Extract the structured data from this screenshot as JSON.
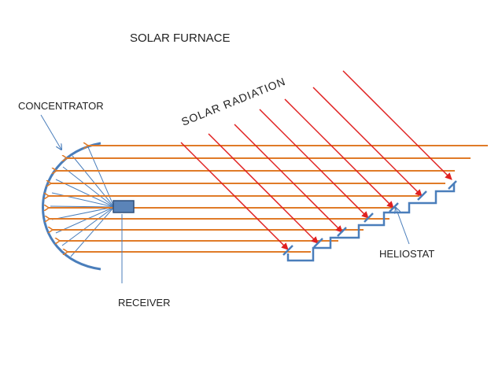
{
  "title": "SOLAR FURNACE",
  "labels": {
    "concentrator": "CONCENTRATOR",
    "solar_radiation": "SOLAR RADIATION",
    "receiver": "RECEIVER",
    "heliostat": "HELIOSTAT"
  },
  "colors": {
    "reflected_ray": "#E07B28",
    "incident_ray": "#E02020",
    "structure": "#4A7EBB",
    "receiver_fill": "#5B84B8",
    "receiver_border": "#2E4F7A",
    "pointer": "#4A7EBB",
    "focus_line": "#4A7EBB"
  }
}
